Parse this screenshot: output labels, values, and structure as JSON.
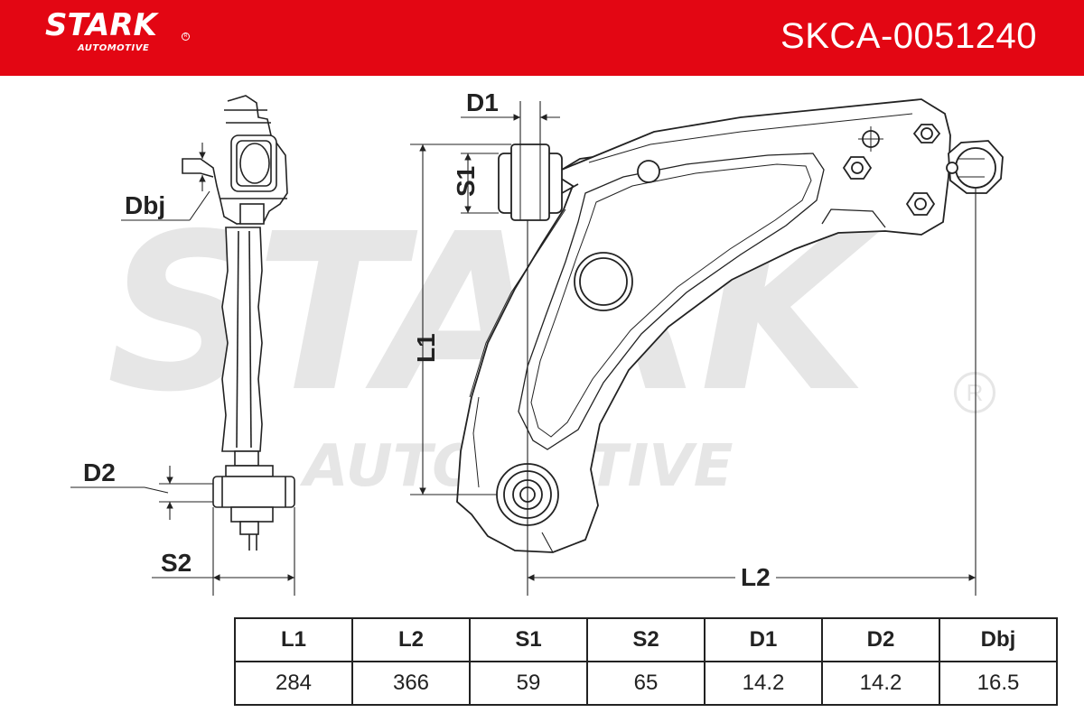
{
  "header": {
    "brand_name": "STARK",
    "brand_sub": "AUTOMOTIVE",
    "part_number": "SKCA-0051240",
    "color": "#e30613"
  },
  "watermark": {
    "main": "STARK",
    "sub": "AUTOMOTIVE"
  },
  "dimension_labels": {
    "l1": "L1",
    "l2": "L2",
    "s1": "S1",
    "s2": "S2",
    "d1": "D1",
    "d2": "D2",
    "dbj": "Dbj"
  },
  "spec_table": {
    "headers": [
      "L1",
      "L2",
      "S1",
      "S2",
      "D1",
      "D2",
      "Dbj"
    ],
    "values": [
      "284",
      "366",
      "59",
      "65",
      "14.2",
      "14.2",
      "16.5"
    ]
  }
}
